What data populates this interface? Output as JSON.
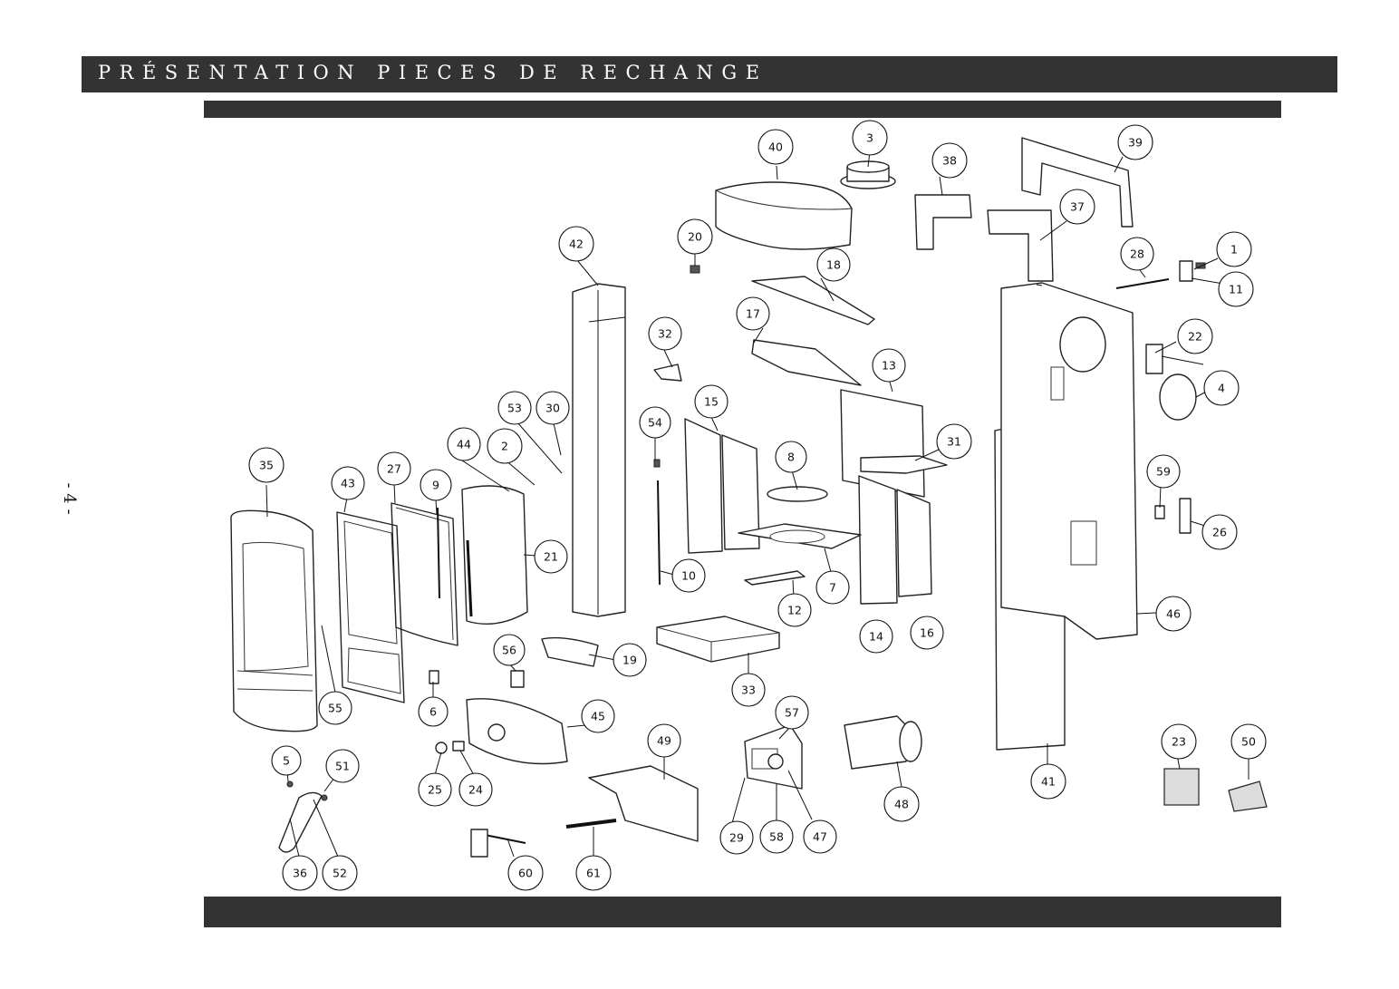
{
  "header": {
    "title": "PRÉSENTATION PIECES DE RECHANGE"
  },
  "page": {
    "number": "- 4 -"
  },
  "callouts": [
    "1",
    "2",
    "3",
    "4",
    "5",
    "6",
    "7",
    "8",
    "9",
    "10",
    "11",
    "12",
    "13",
    "14",
    "15",
    "16",
    "17",
    "18",
    "19",
    "20",
    "21",
    "22",
    "23",
    "24",
    "25",
    "26",
    "27",
    "28",
    "29",
    "30",
    "31",
    "32",
    "33",
    "35",
    "36",
    "37",
    "38",
    "39",
    "40",
    "41",
    "42",
    "43",
    "44",
    "45",
    "46",
    "47",
    "48",
    "49",
    "50",
    "51",
    "52",
    "53",
    "54",
    "55",
    "56",
    "57",
    "58",
    "59",
    "60",
    "61"
  ],
  "colors": {
    "header_bar": "#333333",
    "line": "#222222",
    "background": "#ffffff"
  }
}
